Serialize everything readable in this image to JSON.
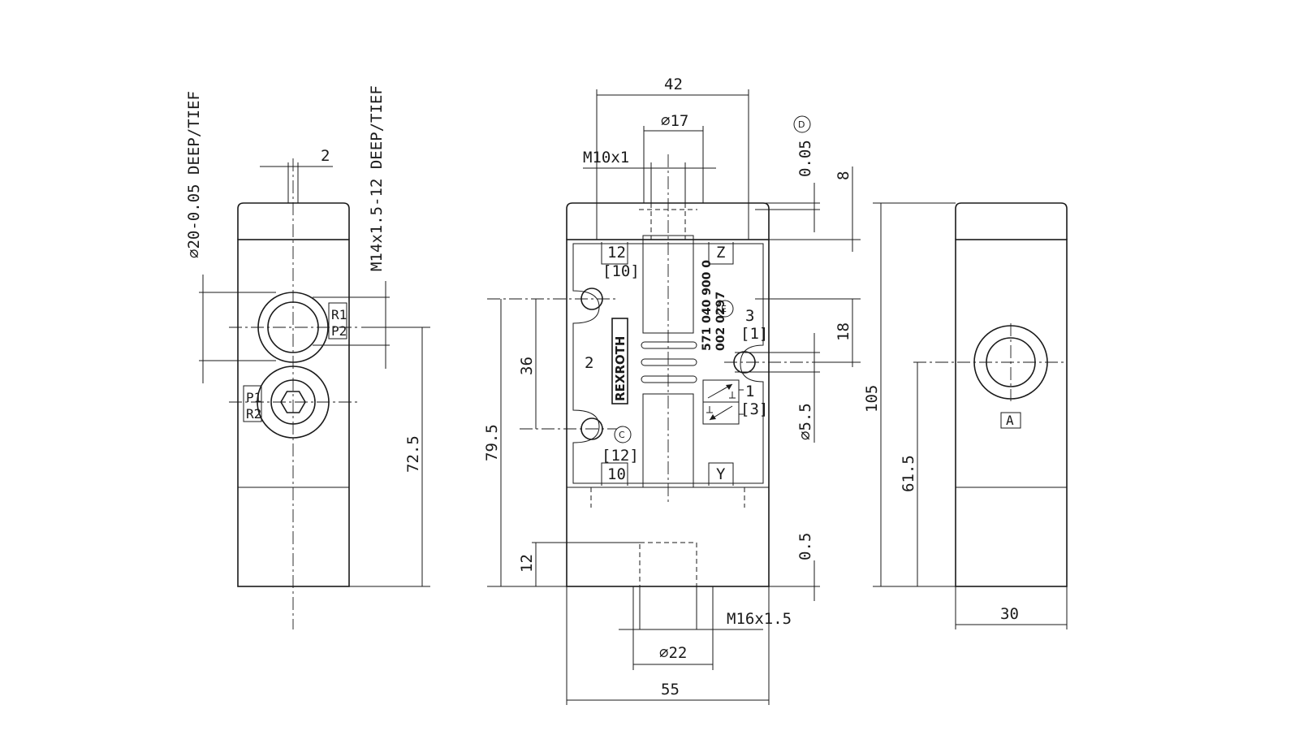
{
  "left_view": {
    "dim_top_offset": "2",
    "dim_bore_depth": "⌀20-0.05 DEEP/TIEF",
    "dim_thread_depth": "M14x1.5-12 DEEP/TIEF",
    "dim_height": "72.5",
    "port_label_r1": "R1",
    "port_label_p2": "P2",
    "port_label_p1": "P1",
    "port_label_r2": "R2"
  },
  "front_view": {
    "dim_width_top": "42",
    "dim_bore_top": "⌀17",
    "dim_thread_top": "M10x1",
    "dim_tolerance": "0.05",
    "datum_d": "D",
    "dim_top_depth": "8",
    "dim_hole_spacing": "36",
    "dim_overall_height": "79.5",
    "dim_port3_offset": "18",
    "dim_hole_dia": "⌀5.5",
    "dim_gap": "0.5",
    "dim_bottom_depth": "12",
    "dim_thread_bottom": "M16x1.5",
    "dim_bore_bottom": "⌀22",
    "dim_width_bottom": "55",
    "port_12_top": "12",
    "port_10_top": "[10]",
    "port_z": "Z",
    "port_2": "2",
    "port_3": "3",
    "port_3_alt": "[1]",
    "port_1": "1",
    "port_1_alt": "[3]",
    "port_12_bottom": "[12]",
    "port_10_bottom": "10",
    "port_y": "Y",
    "datum_e": "E",
    "datum_c": "C",
    "brand": "REXROTH",
    "part_line1": "571 040 900 0",
    "part_line2": "002   0297"
  },
  "right_view": {
    "dim_overall_height": "105",
    "dim_port_height": "61.5",
    "dim_width": "30",
    "port_a": "A"
  }
}
